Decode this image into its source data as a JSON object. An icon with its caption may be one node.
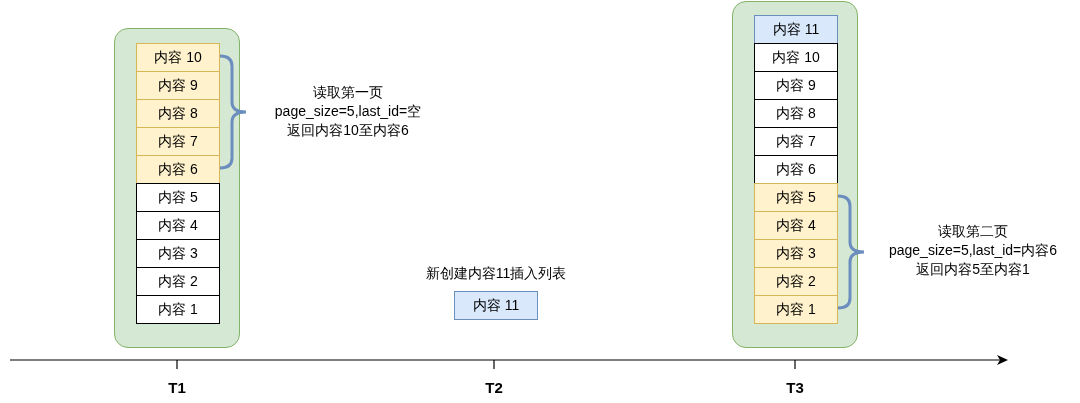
{
  "diagram": {
    "nodes": [
      {
        "text": [],
        "shape": "box"
      },
      {
        "text": [
          "内容 10"
        ],
        "in": 0
      },
      {
        "text": [
          "内容 9"
        ],
        "in": 0
      },
      {
        "text": [
          "内容 8"
        ],
        "in": 0
      },
      {
        "text": [
          "内容 7"
        ],
        "in": 0
      },
      {
        "text": [
          "内容 6"
        ],
        "in": 0
      },
      {
        "text": [
          "内容 5"
        ],
        "in": 0
      },
      {
        "text": [
          "内容 4"
        ],
        "in": 0
      },
      {
        "text": [
          "内容 3"
        ],
        "in": 0
      },
      {
        "text": [
          "内容 2"
        ],
        "in": 0
      },
      {
        "text": [
          "内容 1"
        ],
        "in": 0
      },
      {
        "text": [
          "内容 11"
        ],
        "beside": [
          "新创建内容11插入列表"
        ]
      },
      {
        "text": [],
        "shape": "box"
      },
      {
        "text": [
          "内容 11"
        ],
        "in": 12
      },
      {
        "text": [
          "内容 10"
        ],
        "in": 12
      },
      {
        "text": [
          "内容 9"
        ],
        "in": 12
      },
      {
        "text": [
          "内容 8"
        ],
        "in": 12
      },
      {
        "text": [
          "内容 7"
        ],
        "in": 12
      },
      {
        "text": [
          "内容 6"
        ],
        "in": 12
      },
      {
        "text": [
          "内容 5"
        ],
        "in": 12
      },
      {
        "text": [
          "内容 4"
        ],
        "in": 12
      },
      {
        "text": [
          "内容 3"
        ],
        "in": 12
      },
      {
        "text": [
          "内容 2"
        ],
        "in": 12
      },
      {
        "text": [
          "内容 1"
        ],
        "in": 12
      }
    ],
    "labels": [
      "读取第一页",
      "page_size=5,last_id=空",
      "返回内容10至内容6",
      "读取第二页",
      "page_size=5,last_id=内容6",
      "返回内容5至内容1",
      "T1",
      "T2",
      "T3"
    ]
  }
}
